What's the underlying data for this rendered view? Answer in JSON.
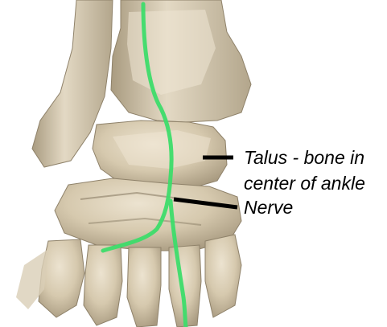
{
  "diagram": {
    "labels": {
      "talus_line1": "Talus - bone in",
      "talus_line2": "center of ankle",
      "nerve": "Nerve"
    },
    "colors": {
      "bone_light": "#e6dcc8",
      "bone_mid": "#cfc2a8",
      "bone_shadow": "#9e9178",
      "bone_dark": "#6e6452",
      "nerve": "#3ddc6a",
      "leader": "#000000",
      "background": "#ffffff"
    },
    "icons": {
      "bones": "ankle-foot-bones-illustration",
      "nerve": "nerve-path"
    }
  }
}
